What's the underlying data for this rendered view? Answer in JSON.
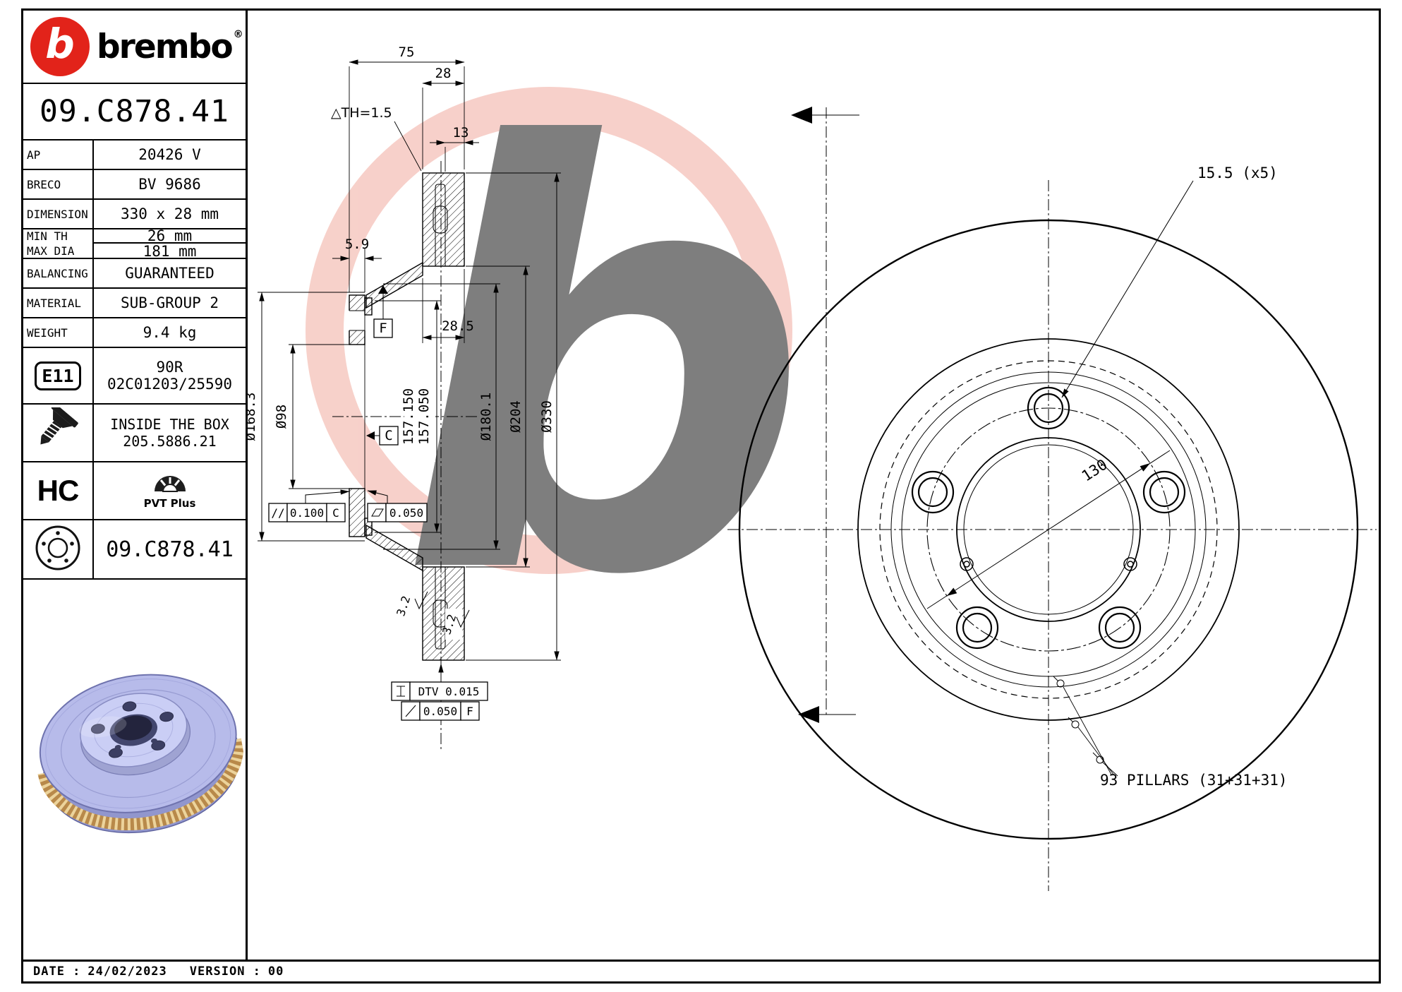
{
  "sidebar": {
    "brand_icon_letter": "b",
    "brand_wordmark": "brembo",
    "registered_mark": "®",
    "part_number": "09.C878.41",
    "specs": [
      {
        "label": "AP",
        "value": "20426 V"
      },
      {
        "label": "BRECO",
        "value": "BV 9686"
      },
      {
        "label": "DIMENSION",
        "value": "330 x 28 mm"
      },
      {
        "label": "MIN TH",
        "value": "26 mm"
      },
      {
        "label": "MAX DIA",
        "value": "181 mm"
      },
      {
        "label": "BALANCING",
        "value": "GUARANTEED"
      },
      {
        "label": "MATERIAL",
        "value": "SUB-GROUP 2"
      },
      {
        "label": "WEIGHT",
        "value": "9.4 kg"
      }
    ],
    "e11": {
      "badge": "E11",
      "line1": "90R",
      "line2": "02C01203/25590"
    },
    "inside_box": {
      "line1": "INSIDE THE BOX",
      "line2": "205.5886.21"
    },
    "hc_label": "HC",
    "pvt_label": "PVT Plus",
    "disc_row_part_number": "09.C878.41"
  },
  "footer": {
    "date_label": "DATE :",
    "date_value": "24/02/2023",
    "version_label": "VERSION :",
    "version_value": "00"
  },
  "section_view": {
    "dim_75": "75",
    "dim_28": "28",
    "th_note": "△TH=1.5",
    "dim_13": "13",
    "dim_5_9": "5.9",
    "dim_28_5": "28.5",
    "datum_f": "F",
    "datum_c": "C",
    "dia_168_3": "Ø168.3",
    "dia_98": "Ø98",
    "reg_upper": "157.150",
    "reg_lower": "157.050",
    "dia_180_1": "Ø180.1",
    "dia_204": "Ø204",
    "dia_330": "Ø330",
    "par_sym": "//",
    "par_val": "0.100",
    "par_ref": "C",
    "flat_val": "0.050",
    "rough_left": "3.2",
    "rough_right": "3.2",
    "dtv": "DTV 0.015",
    "runout_val": "0.050",
    "runout_ref": "F"
  },
  "front_view": {
    "stud_hole": "15.5 (x5)",
    "bolt_circle": "130",
    "pillars": "93 PILLARS (31+31+31)"
  },
  "watermark": {
    "letter": "b"
  }
}
